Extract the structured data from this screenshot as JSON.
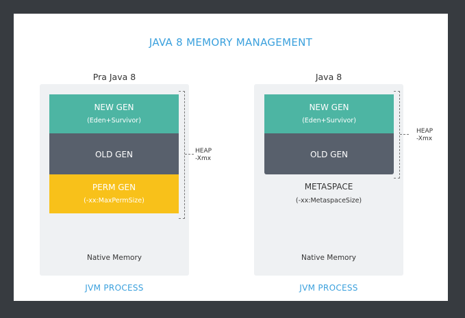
{
  "title": "JAVA 8 MEMORY MANAGEMENT",
  "left": {
    "heading": "Pra Java 8",
    "new_gen": {
      "label": "NEW GEN",
      "sub": "(Eden+Survivor)"
    },
    "old_gen": {
      "label": "OLD GEN"
    },
    "perm_gen": {
      "label": "PERM GEN",
      "sub": "(-xx:MaxPermSize)"
    },
    "heap_label": "HEAP",
    "heap_flag": "-Xmx",
    "native": "Native Memory",
    "process": "JVM PROCESS"
  },
  "right": {
    "heading": "Java 8",
    "new_gen": {
      "label": "NEW GEN",
      "sub": "(Eden+Survivor)"
    },
    "old_gen": {
      "label": "OLD GEN"
    },
    "heap_label": "HEAP",
    "heap_flag": "-Xmx",
    "metaspace": {
      "label": "METASPACE",
      "sub": "(-xx:MetaspaceSize)"
    },
    "native": "Native Memory",
    "process": "JVM PROCESS"
  },
  "colors": {
    "background": "#373b40",
    "accent": "#3aa0dd",
    "new_gen": "#4db5a3",
    "old_gen": "#58606c",
    "perm_gen": "#f8c11a",
    "panel": "#eff1f3"
  }
}
